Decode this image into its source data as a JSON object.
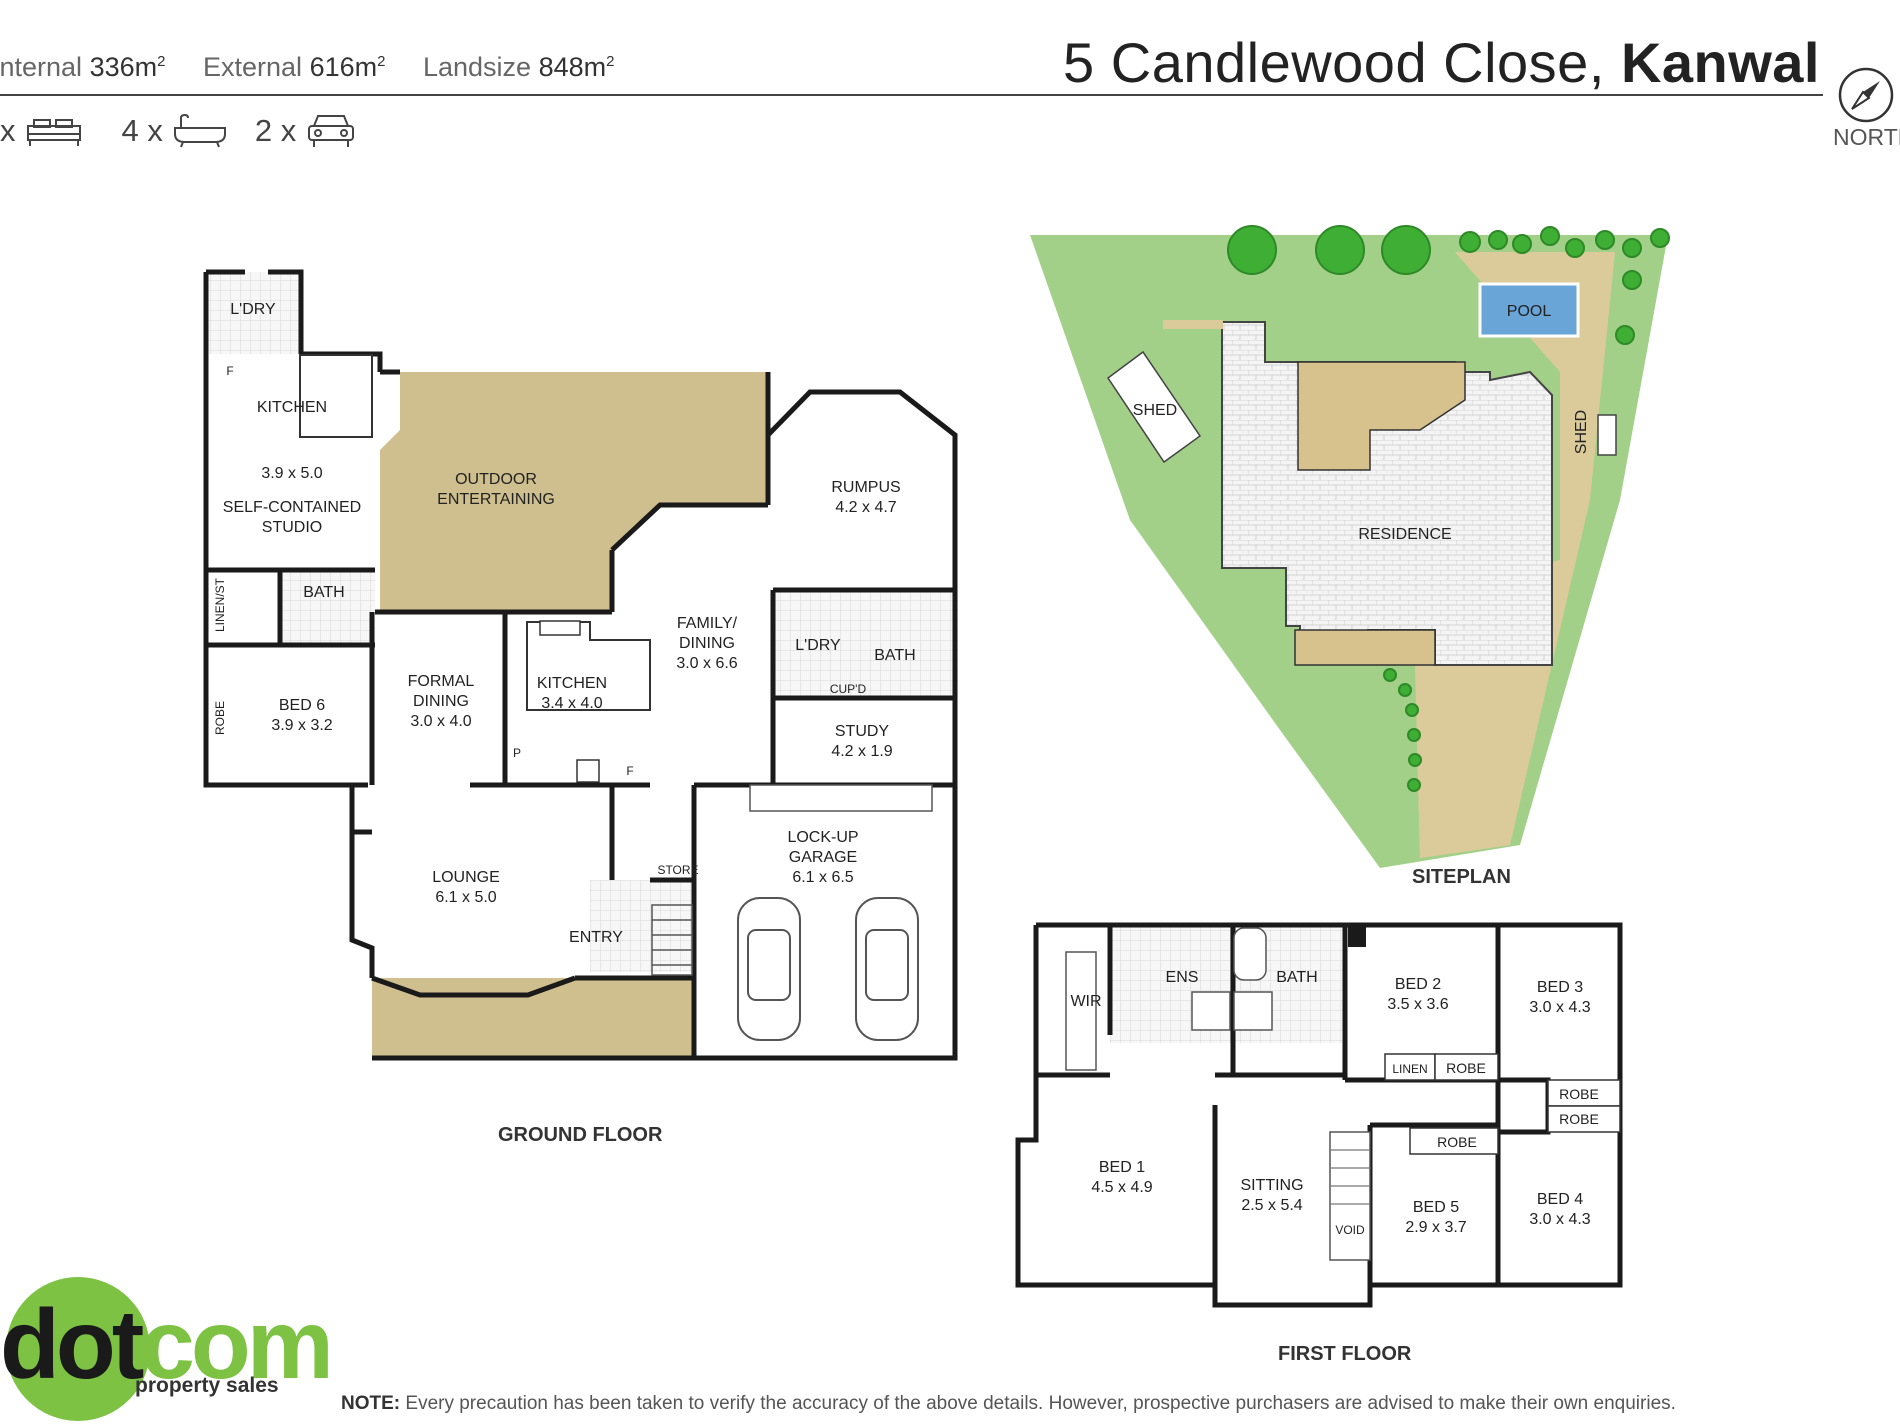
{
  "header": {
    "internal_label": "Internal",
    "internal_value": "336m",
    "external_label": "External",
    "external_value": "616m",
    "landsize_label": "Landsize",
    "landsize_value": "848m",
    "area_exp": "2",
    "address": "5 Candlewood Close,",
    "suburb": "Kanwal"
  },
  "counts": {
    "bed_prefix": "x",
    "bath": "4 x",
    "car": "2 x",
    "bed_icon": "bed-icon",
    "bath_icon": "bathtub-icon",
    "car_icon": "car-icon"
  },
  "north": {
    "label": "NORTH",
    "icon": "compass-icon"
  },
  "ground_floor": {
    "caption": "GROUND FLOOR",
    "rooms": {
      "ldry_top": "L'DRY",
      "kitchen_studio": "KITCHEN",
      "kitchen_studio_dim": "3.9 x 5.0",
      "studio_1": "SELF-CONTAINED",
      "studio_2": "STUDIO",
      "outdoor_1": "OUTDOOR",
      "outdoor_2": "ENTERTAINING",
      "rumpus": "RUMPUS",
      "rumpus_dim": "4.2 x 4.7",
      "bath_studio": "BATH",
      "linen_st": "LINEN/ST",
      "robe": "ROBE",
      "bed6": "BED 6",
      "bed6_dim": "3.9 x 3.2",
      "formal_1": "FORMAL",
      "formal_2": "DINING",
      "formal_dim": "3.0 x 4.0",
      "kitchen": "KITCHEN",
      "kitchen_dim": "3.4 x 4.0",
      "family_1": "FAMILY/",
      "family_2": "DINING",
      "family_dim": "3.0 x 6.6",
      "ldry": "L'DRY",
      "bath": "BATH",
      "cupd": "CUP'D",
      "study": "STUDY",
      "study_dim": "4.2 x 1.9",
      "pantry": "P",
      "fridge": "F",
      "fridge_studio": "F",
      "lounge": "LOUNGE",
      "lounge_dim": "6.1 x 5.0",
      "store": "STORE",
      "entry": "ENTRY",
      "garage_1": "LOCK-UP",
      "garage_2": "GARAGE",
      "garage_dim": "6.1 x 6.5"
    }
  },
  "siteplan": {
    "caption": "SITEPLAN",
    "pool": "POOL",
    "shed_left": "SHED",
    "shed_right": "SHED",
    "residence": "RESIDENCE"
  },
  "first_floor": {
    "caption": "FIRST FLOOR",
    "rooms": {
      "wir": "WIR",
      "ens": "ENS",
      "bath": "BATH",
      "bed2": "BED 2",
      "bed2_dim": "3.5 x 3.6",
      "bed3": "BED 3",
      "bed3_dim": "3.0 x 4.3",
      "linen": "LINEN",
      "robe_b2": "ROBE",
      "robe_b3": "ROBE",
      "robe_b4": "ROBE",
      "robe_b5": "ROBE",
      "bed1": "BED 1",
      "bed1_dim": "4.5 x 4.9",
      "sitting": "SITTING",
      "sitting_dim": "2.5 x 5.4",
      "void": "VOID",
      "bed5": "BED 5",
      "bed5_dim": "2.9 x 3.7",
      "bed4": "BED 4",
      "bed4_dim": "3.0 x 4.3"
    }
  },
  "logo": {
    "word_a": "dot",
    "word_b": "com",
    "sub": "property sales"
  },
  "note": {
    "label": "NOTE:",
    "text": "Every precaution has been taken to verify the accuracy of the above details. However, prospective purchasers are advised to make their own enquiries."
  },
  "colors": {
    "deck": "#cfbf8f",
    "lawn": "#9fcf84",
    "sand": "#dccb9a",
    "pool": "#6aa5d8",
    "tree": "#3fae35",
    "wall": "#1a1a1a",
    "tile": "#f2f2f2"
  }
}
